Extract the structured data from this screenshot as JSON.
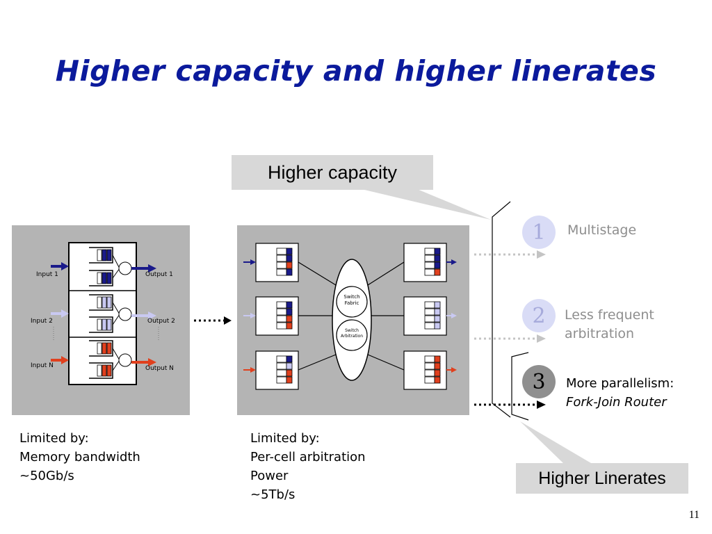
{
  "slide": {
    "title_part1": "Higher capacity",
    "title_italic": "and",
    "title_part2": "higher linerates",
    "page_number": "11"
  },
  "callouts": {
    "higher_capacity": "Higher capacity",
    "higher_linerates": "Higher Linerates"
  },
  "diagram_left": {
    "input_labels": [
      "Input 1",
      "Input 2",
      "Input N"
    ],
    "output_labels": [
      "Output 1",
      "Output 2",
      "Output N"
    ]
  },
  "diagram_right": {
    "switch_fabric": [
      "Switch",
      "Fabric"
    ],
    "switch_arbitration": [
      "Switch",
      "Arbitration"
    ]
  },
  "captions": {
    "left": [
      "Limited by:",
      "Memory bandwidth",
      "~50Gb/s"
    ],
    "right": [
      "Limited by:",
      "Per-cell arbitration",
      "Power",
      "~5Tb/s"
    ]
  },
  "options": [
    {
      "number": "1",
      "label_lines": [
        "Multistage"
      ],
      "style": "faded"
    },
    {
      "number": "2",
      "label_lines": [
        "Less frequent",
        "arbitration"
      ],
      "style": "faded"
    },
    {
      "number": "3",
      "label_lines": [
        "More parallelism:",
        "Fork-Join Router"
      ],
      "style": "active"
    }
  ],
  "colors": {
    "title": "#0b1a9c",
    "panel_bg": "#b4b4b4",
    "navy": "#1a1a8a",
    "lavender": "#c9c9f2",
    "red": "#e0401e",
    "faded_circle": "#d9dcf6",
    "faded_number": "#a6aadb",
    "faded_text": "#8e8e8e",
    "active_circle": "#8f8f8f"
  }
}
